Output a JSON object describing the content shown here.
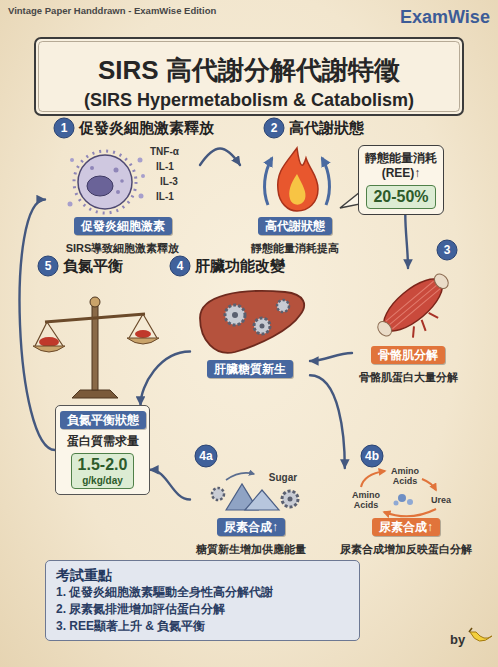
{
  "diagram": {
    "title": "SIRS 高代謝分解代謝特徵",
    "nodes": [
      {
        "text": [
          "促發炎細胞激素",
          "SIRS導致細胞激素釋放"
        ]
      },
      {
        "text": [
          "高代謝狀態",
          "靜態能量消耗提高"
        ]
      },
      {
        "text": [
          "靜態能量消耗 (REE)↑"
        ]
      },
      {
        "text": [
          "20-50%"
        ],
        "in": 2
      },
      {
        "text": [
          "骨骼肌分解",
          "骨骼肌蛋白大量分解"
        ]
      },
      {
        "text": [
          "負氮平衡狀態",
          "蛋白質需求量"
        ]
      },
      {
        "text": [
          "1.5-2.0",
          "g/kg/day"
        ],
        "in": 5
      },
      {
        "text": [
          "肝臟糖質新生"
        ]
      },
      {
        "text": [
          "尿素合成↑",
          "糖質新生增加供應能量"
        ]
      },
      {
        "text": [
          "尿素合成↑",
          "尿素合成增加反映蛋白分解"
        ]
      },
      {
        "text": [
          "考試重點",
          "1. 促發炎細胞激素驅動全身性高分解代謝",
          "2. 尿素氮排泄增加評估蛋白分解",
          "3. REE顯著上升 & 負氮平衡"
        ]
      }
    ],
    "edges": [
      {
        "from": 0,
        "to": 1,
        "arrow": "to"
      },
      {
        "from": 2,
        "to": 4,
        "arrow": "to"
      },
      {
        "from": 4,
        "to": 7,
        "arrow": "to"
      },
      {
        "from": 7,
        "to": 5,
        "arrow": "to"
      },
      {
        "from": 5,
        "to": 0,
        "arrow": "to"
      },
      {
        "from": 7,
        "to": 9,
        "arrow": "to"
      },
      {
        "from": 8,
        "to": 5,
        "arrow": "to"
      }
    ],
    "labels": [
      "Vintage Paper Handdrawn - ExamWise Edition",
      "ExamWise",
      "(SIRS Hypermetabolism & Catabolism)",
      "1",
      "促發炎細胞激素釋放",
      "TNF-α",
      "IL-1",
      "IL-3",
      "IL-1",
      "2",
      "高代謝狀態",
      "3",
      "5",
      "負氮平衡",
      "4",
      "肝臟功能改變",
      "4a",
      "Sugar",
      "4b",
      "Amino Acids",
      "Amino Acids",
      "Urea",
      "by"
    ]
  }
}
